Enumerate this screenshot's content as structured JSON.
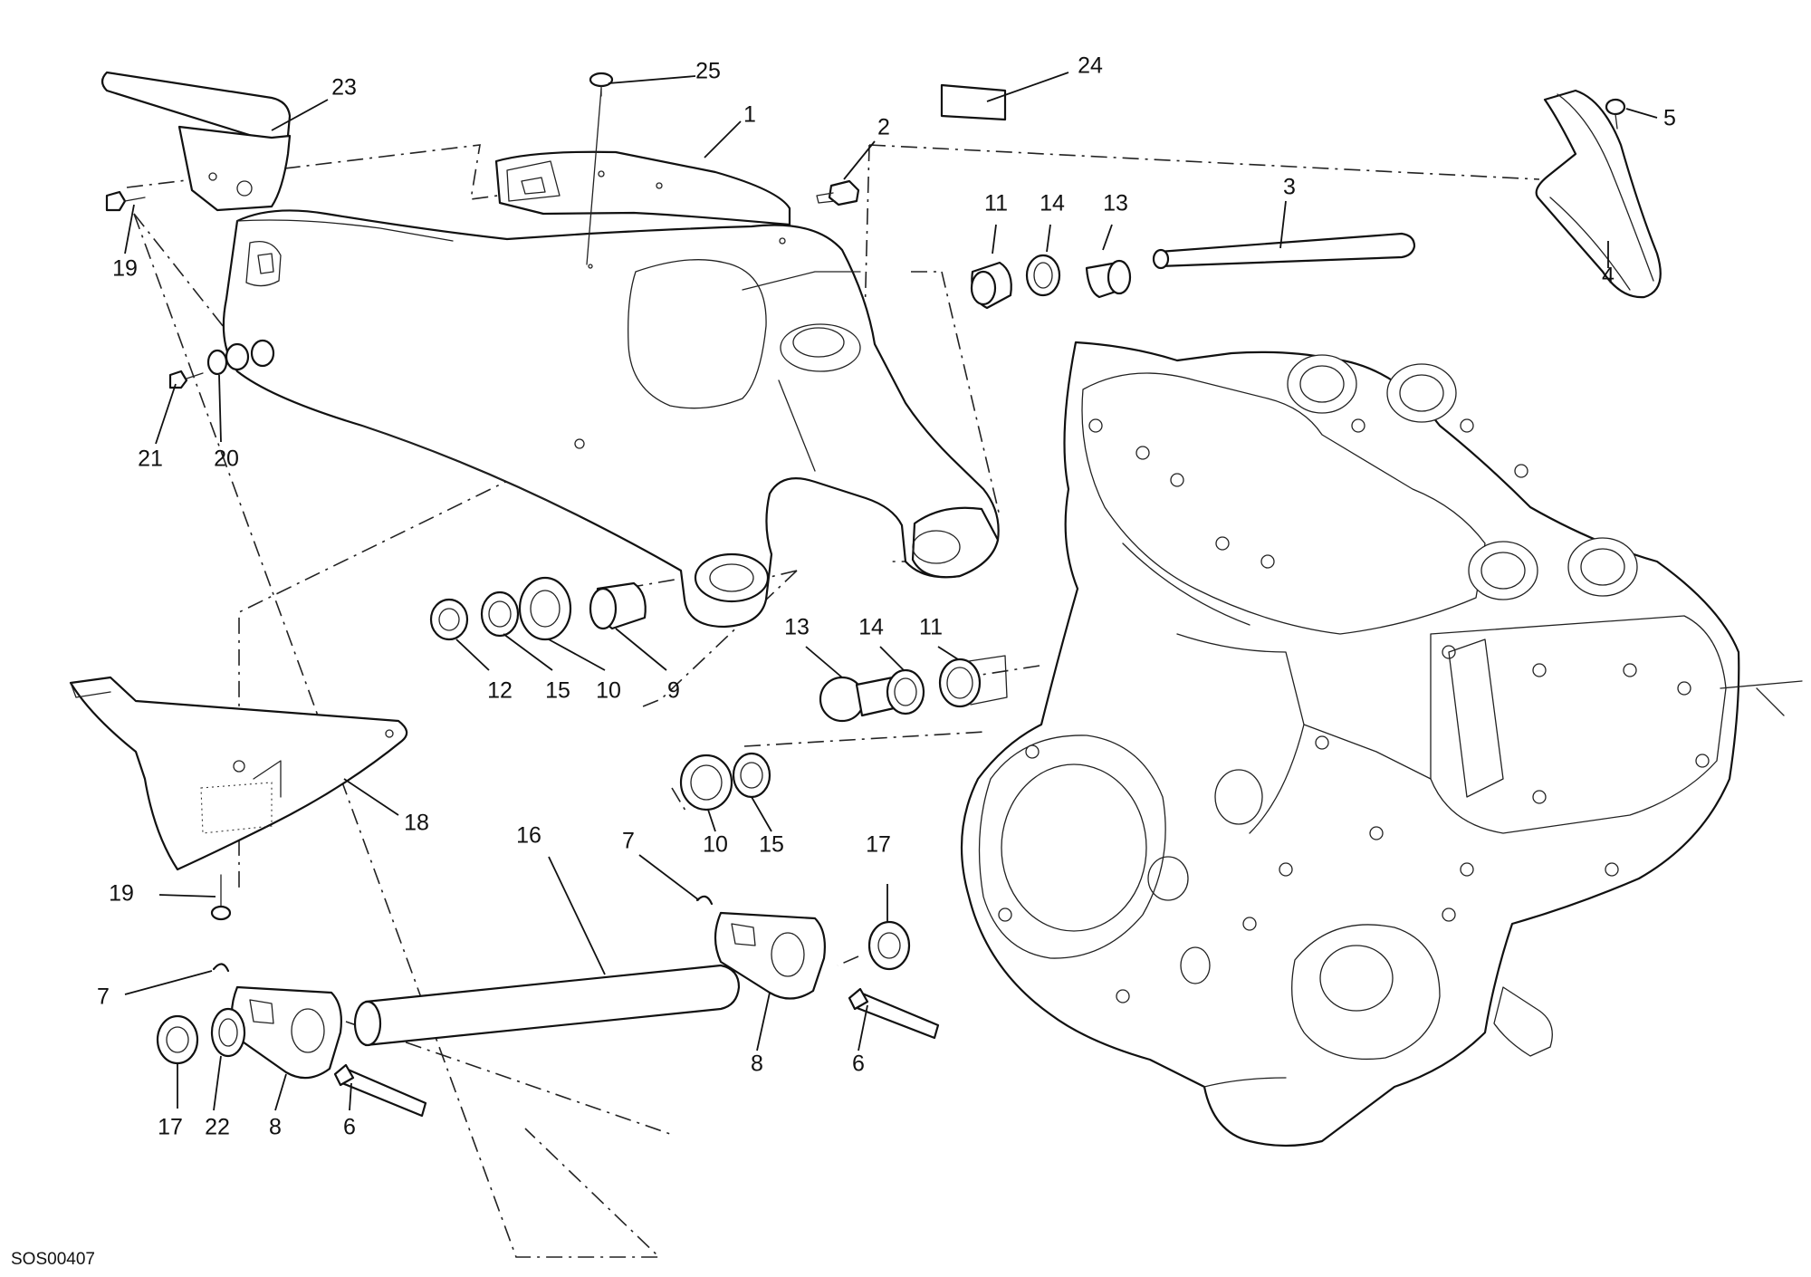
{
  "diagram": {
    "code": "SOS00407",
    "callouts": [
      {
        "id": "c1",
        "text": "1"
      },
      {
        "id": "c2",
        "text": "2"
      },
      {
        "id": "c3",
        "text": "3"
      },
      {
        "id": "c4",
        "text": "4"
      },
      {
        "id": "c5",
        "text": "5"
      },
      {
        "id": "c6a",
        "text": "6"
      },
      {
        "id": "c6b",
        "text": "6"
      },
      {
        "id": "c7a",
        "text": "7"
      },
      {
        "id": "c7b",
        "text": "7"
      },
      {
        "id": "c8a",
        "text": "8"
      },
      {
        "id": "c8b",
        "text": "8"
      },
      {
        "id": "c9",
        "text": "9"
      },
      {
        "id": "c10a",
        "text": "10"
      },
      {
        "id": "c10b",
        "text": "10"
      },
      {
        "id": "c11a",
        "text": "11"
      },
      {
        "id": "c11b",
        "text": "11"
      },
      {
        "id": "c12",
        "text": "12"
      },
      {
        "id": "c13a",
        "text": "13"
      },
      {
        "id": "c13b",
        "text": "13"
      },
      {
        "id": "c14a",
        "text": "14"
      },
      {
        "id": "c14b",
        "text": "14"
      },
      {
        "id": "c15a",
        "text": "15"
      },
      {
        "id": "c15b",
        "text": "15"
      },
      {
        "id": "c16",
        "text": "16"
      },
      {
        "id": "c17a",
        "text": "17"
      },
      {
        "id": "c17b",
        "text": "17"
      },
      {
        "id": "c18",
        "text": "18"
      },
      {
        "id": "c19a",
        "text": "19"
      },
      {
        "id": "c19b",
        "text": "19"
      },
      {
        "id": "c20",
        "text": "20"
      },
      {
        "id": "c21",
        "text": "21"
      },
      {
        "id": "c22",
        "text": "22"
      },
      {
        "id": "c23",
        "text": "23"
      },
      {
        "id": "c24",
        "text": "24"
      },
      {
        "id": "c25",
        "text": "25"
      }
    ]
  }
}
